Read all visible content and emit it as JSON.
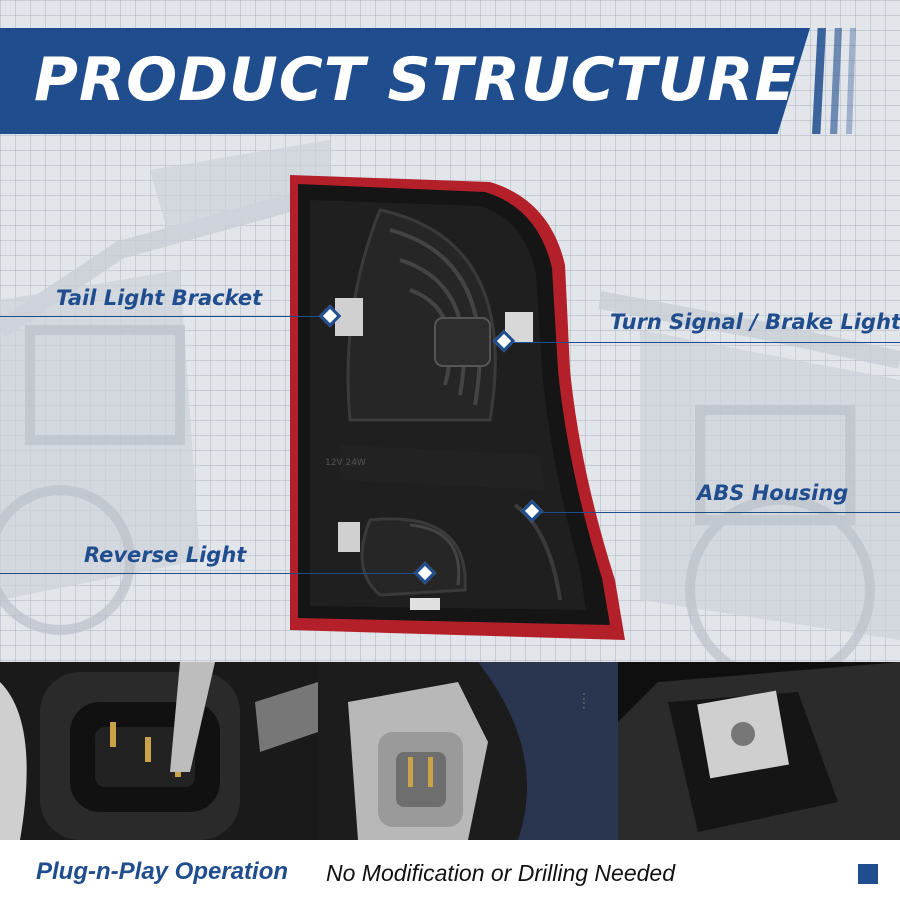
{
  "header": {
    "title": "PRODUCT STRUCTURE"
  },
  "callouts": {
    "tail_light_bracket": "Tail Light Bracket",
    "turn_signal_brake": "Turn Signal / Brake Light",
    "abs_housing": "ABS Housing",
    "reverse_light": "Reverse Light"
  },
  "lamp": {
    "label_text_1": "12V 24W"
  },
  "footer": {
    "feature": "Plug-n-Play Operation",
    "description": "No Modification or Drilling Needed"
  },
  "colors": {
    "brand_blue": "#1f4d8e",
    "lens_red": "#b3202a"
  }
}
